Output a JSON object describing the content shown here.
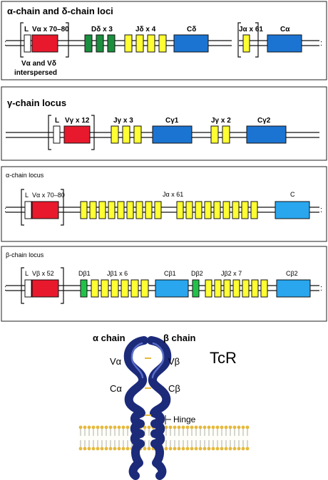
{
  "panels": [
    {
      "title": "α-chain and δ-chain loci",
      "labels": {
        "L": "L",
        "v_alpha": "Vα x 70–80",
        "d_delta": "Dδ x 3",
        "j_delta": "Jδ x 4",
        "c_delta": "Cδ",
        "j_alpha": "Jα x 61",
        "c_alpha": "Cα",
        "note_line1": "Vα and Vδ",
        "note_line2": "interspersed"
      }
    },
    {
      "title": "γ-chain locus",
      "labels": {
        "L": "L",
        "v_gamma": "Vγ x 12",
        "j_gamma1": "Jγ x 3",
        "c_gamma1": "Cγ1",
        "j_gamma2": "Jγ x 2",
        "c_gamma2": "Cγ2"
      }
    },
    {
      "title": "α-chain locus",
      "labels": {
        "L": "L",
        "v_alpha": "Vα x 70–80",
        "j_alpha": "Jα x 61",
        "c": "C"
      }
    },
    {
      "title": "β-chain locus",
      "labels": {
        "L": "L",
        "v_beta": "Vβ x 52",
        "d_beta1": "Dβ1",
        "j_beta1": "Jβ1 x 6",
        "c_beta1": "Cβ1",
        "d_beta2": "Dβ2",
        "j_beta2": "Jβ2 x 7",
        "c_beta2": "Cβ2"
      }
    }
  ],
  "receptor": {
    "alpha_chain": "α chain",
    "beta_chain": "β chain",
    "v_alpha": "Vα",
    "c_alpha": "Cα",
    "v_beta": "Vβ",
    "c_beta": "Cβ",
    "hinge": "Hinge",
    "tcr": "TcR"
  },
  "colors": {
    "v_segment": "#e8192c",
    "d_segment": "#1a8f3e",
    "j_segment": "#ffff33",
    "c_segment": "#1b74d1",
    "c_segment_light": "#29a6ee",
    "d_segment_light": "#22c24a",
    "tcr_chain": "#1c2a7a",
    "membrane": "#e6b93c"
  }
}
